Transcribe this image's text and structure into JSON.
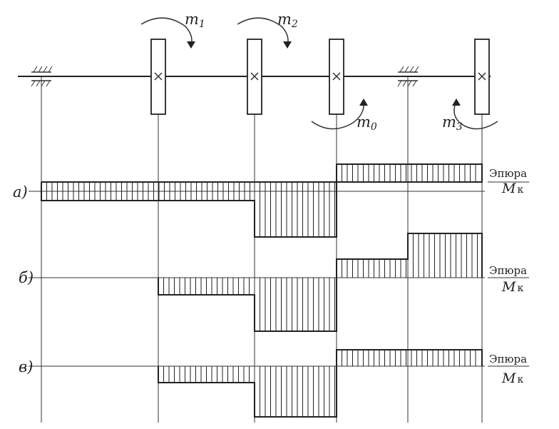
{
  "figure": {
    "moments": [
      {
        "symbol": "m",
        "sub": "1"
      },
      {
        "symbol": "m",
        "sub": "2"
      },
      {
        "symbol": "m",
        "sub": "0"
      },
      {
        "symbol": "m",
        "sub": "3"
      }
    ],
    "diagrams": [
      {
        "label": "а)",
        "caption_line1": "Эпюра",
        "caption_sym": "M",
        "caption_sub": "к"
      },
      {
        "label": "б)",
        "caption_line1": "Эпюра",
        "caption_sym": "M",
        "caption_sub": "к"
      },
      {
        "label": "в)",
        "caption_line1": "Эпюра",
        "caption_sym": "M",
        "caption_sub": "к"
      }
    ]
  }
}
